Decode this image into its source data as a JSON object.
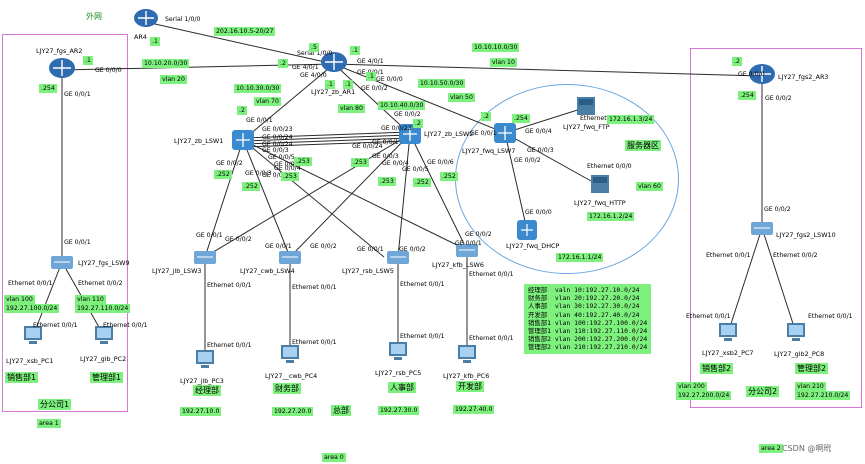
{
  "devices": {
    "ar4": "AR4",
    "zb_ar1": "LJY27_zb_AR1",
    "fgs_ar2": "LJY27_fgs_AR2",
    "fgs2_ar3": "LJY27_fgs2_AR3",
    "zb_lsw1": "LJY27_zb_LSW1",
    "zb_lsw2": "LJY27_zb_LSW2",
    "fwq_lsw7": "LJY27_fwq_LSW7",
    "fwq_ftp": "LJY27_fwq_FTP",
    "fwq_http": "LJY27_fwq_HTTP",
    "fwq_dhcp": "LJY27_fwq_DHCP",
    "fgs_lsw9": "LJY27_fgs_LSW9",
    "fgs2_lsw10": "LJY27_fgs2_LSW10",
    "jlb_lsw3": "LJY27_jlb_LSW3",
    "cwb_lsw4": "LJY27_cwb_LSW4",
    "rsb_lsw5": "LJY27_rsb_LSW5",
    "kfb_lsw6": "LJY27_kfb_LSW6",
    "xsb_pc1": "LJY27_xsb_PC1",
    "glb_pc2": "LJY27_glb_PC2",
    "jlb_pc3": "LJY27_jlb_PC3",
    "cwb_pc4": "LJY27__cwb_PC4",
    "rsb_pc5": "LJY27_rsb_PC5",
    "kfb_pc6": "LJY27_kfb_PC6",
    "xsb2_pc7": "LJY27_xsb2_PC7",
    "glb2_pc8": "LJY27_glb2_PC8"
  },
  "ports": {
    "ar4_serial": "Serial 1/0/0",
    "ar1_serial": "Serial 1/0/0",
    "ar1_ge401_a": "GE 4/0/1",
    "ar1_ge401_b": "GE 4/0/1",
    "ar1_ge400": "GE 4/0/0",
    "ar1_ge001": "GE 0/0/1",
    "ar1_ge000": "GE 0/0/0",
    "ar1_ge002": "GE 0/0/2",
    "ar2_ge000": "GE 0/0/0",
    "ar2_ge001": "GE 0/0/1",
    "ar3_ge000": "GE 0/0/0",
    "ar3_ge002": "GE 0/0/2",
    "lsw1_ge001": "GE 0/0/1",
    "lsw1_ge023": "GE 0/0/23",
    "lsw1_ge024": "GE 0/0/24",
    "lsw1_ge024b": "GE 0/0/24",
    "lsw1_ge003": "GE 0/0/3",
    "lsw1_ge004": "GE 0/0/4",
    "lsw1_ge005": "GE 0/0/5",
    "lsw1_ge002": "GE 0/0/2",
    "lsw1_ge003b": "GE 0/0/3",
    "lsw1_ge005b": "GE 0/0/5",
    "lsw1_ge004b": "GE 0/0/4",
    "lsw2_ge002": "GE 0/0/2",
    "lsw2_ge023": "GE 0/0/23",
    "lsw2_ge024": "GE 0/0/24",
    "lsw2_ge004": "GE 0/0/4",
    "lsw2_ge003": "GE 0/0/3",
    "lsw2_ge001": "GE 0/0/1",
    "lsw2_ge005": "GE 0/0/5",
    "lsw2_ge006": "GE 0/0/6",
    "lsw7_ge001": "GE 0/0/1",
    "lsw7_ge004": "GE 0/0/4",
    "lsw7_ge003": "GE 0/0/3",
    "lsw7_ge002": "GE 0/0/2",
    "ftp_eth": "Ethernet 0/0/0",
    "http_eth": "Ethernet 0/0/0",
    "dhcp_ge": "GE 0/0/0",
    "lsw9_ge001": "GE 0/0/1",
    "lsw9_eth001": "Ethernet 0/0/1",
    "lsw9_eth002": "Ethernet 0/0/2",
    "pc1_eth": "Ethernet 0/0/1",
    "pc2_eth": "Ethernet 0/0/1",
    "lsw10_ge002": "GE 0/0/2",
    "lsw10_eth001": "Ethernet 0/0/1",
    "lsw10_eth002": "Ethernet 0/0/2",
    "pc7_eth": "Ethernet 0/0/1",
    "pc8_eth": "Ethernet 0/0/1",
    "lsw3_ge001": "GE 0/0/1",
    "lsw3_ge002": "GE 0/0/2",
    "lsw3_eth": "Ethernet 0/0/1",
    "pc3_eth": "Ethernet 0/0/1",
    "lsw4_ge001": "GE 0/0/1",
    "lsw4_ge002": "GE 0/0/2",
    "lsw4_eth": "Ethernet 0/0/1",
    "pc4_eth": "Ethernet 0/0/1",
    "lsw5_ge001": "GE 0/0/1",
    "lsw5_ge002": "GE 0/0/2",
    "lsw5_eth": "Ethernet 0/0/1",
    "pc5_eth": "Ethernet 0/0/1",
    "lsw6_ge001": "GE 0/0/1",
    "lsw6_ge002": "GE 0/0/2",
    "lsw6_eth": "Ethernet 0/0/1",
    "pc6_eth": "Ethernet 0/0/1"
  },
  "tags": {
    "external": "外网",
    "net_16": "202.16.10.5-20/27",
    "ar4_dot1": ".1",
    "ar1_dot5": ".5",
    "ar1_dot1a": ".1",
    "ar1_dot1b": ".1",
    "ar1_dot1c": ".1",
    "ar1_dot1d": ".1",
    "ar1_dot2": ".2",
    "ar2_dot1": ".1",
    "ar2_dot254": ".254",
    "net_20": "10.10.20.0/30",
    "vlan20": "vlan 20",
    "net_10": "10.10.10.0/30",
    "vlan10": "vlan 10",
    "ar3_dot2": ".2",
    "ar3_dot254": ".254",
    "net_30": "10.10.30.0/30",
    "vlan70": "vlan 70",
    "vlan80": "vlan 80",
    "net_40": "10.10.40.0/30",
    "net_50": "10.10.50.0/30",
    "vlan50": "vlan 50",
    "lsw1_dot2": ".2",
    "lsw2_dot2": ".2",
    "lsw7_dot2": ".2",
    "lsw7_dot254": ".254",
    "net_163": "172.16.1.3/24",
    "server_area": "服务器区",
    "vlan60": "vlan 60",
    "net_162": "172.16.1.2/24",
    "net_161": "172.16.1.1/24",
    "lsw1_253a": ".253",
    "lsw1_253b": ".253",
    "lsw1_252a": ".252",
    "lsw1_252b": ".252",
    "lsw2_253a": ".253",
    "lsw2_253b": ".253",
    "lsw2_252a": ".252",
    "lsw2_252b": ".252",
    "vlan100": "vlan 100",
    "net_100": "192.27.100.0/24",
    "vlan110": "vlan 110",
    "net_110": "192.27.110.0/24",
    "dept_sales1": "销售部1",
    "dept_mgmt1": "管理部1",
    "branch1": "分公司1",
    "area1": "area 1",
    "dept_jlb": "经理部",
    "dept_cwb": "财务部",
    "dept_rsb": "人事部",
    "dept_kfb": "开发部",
    "hq": "总部",
    "net_10_24": "192.27.10.0",
    "net_20_24": "192.27.20.0",
    "net_30_24": "192.27.30.0",
    "net_40_24": "192.27.40.0",
    "area0": "area 0",
    "dept_sales2": "销售部2",
    "dept_mgmt2": "管理部2",
    "branch2": "分公司2",
    "vlan200": "vlan 200",
    "net_200": "192.27.200.0/24",
    "vlan210": "vlan 210",
    "net_210": "192.27.210.0/24",
    "area_x": "area 2",
    "watermark": "CSDN @啊玳"
  },
  "legend": [
    "经理部  valn 10:192.27.10.0/24",
    "财务部  vlan 20:192.27.20.0/24",
    "人事部  vlan 30:192.27.30.0/24",
    "开发部  vlan 40:192.27.40.0/24",
    "销售部1 vlan 100:192.27.100.0/24",
    "管理部1 vlan 110:192.27.110.0/24",
    "销售部2 vlan 200:192.27.200.0/24",
    "管理部2 vlan 210:192.27.210.0/24"
  ],
  "colors": {
    "tag_bg": "#7ef07e",
    "region_border": "#d676d6",
    "server_area_border": "#69a7e0",
    "link": "#2b2b2b"
  }
}
